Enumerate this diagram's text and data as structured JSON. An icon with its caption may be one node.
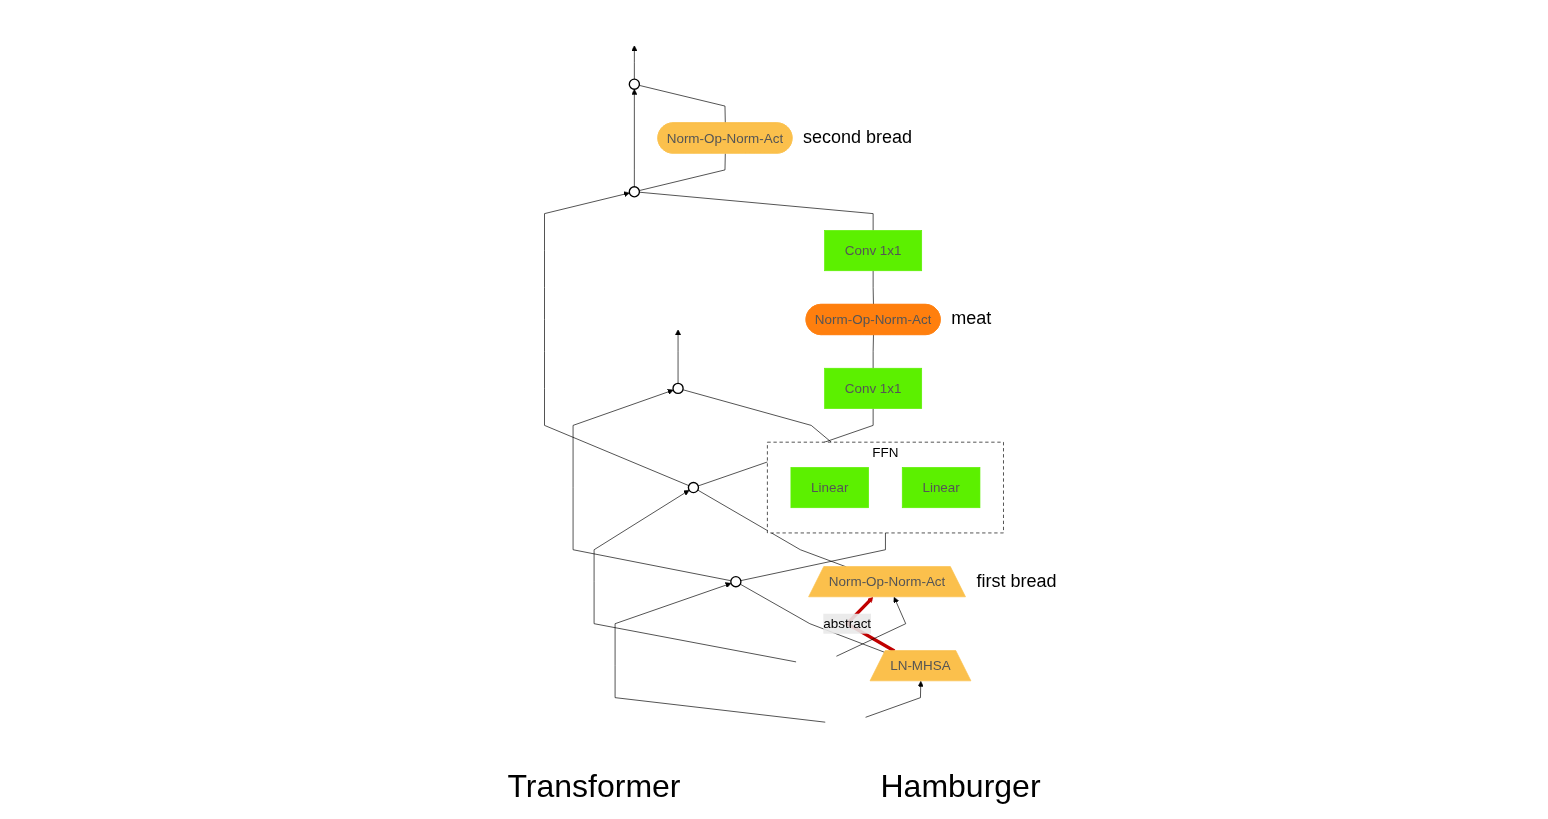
{
  "diagram": {
    "nodes": [
      {
        "text": [],
        "shape": "circle"
      },
      {
        "text": [
          "FFN"
        ]
      },
      {
        "text": [
          "Linear"
        ],
        "in": 1
      },
      {
        "text": [
          "Linear"
        ],
        "in": 1
      },
      {
        "text": [],
        "shape": "circle"
      },
      {
        "text": [
          "LN-MHSA"
        ]
      },
      {
        "text": [],
        "shape": "circle"
      },
      {
        "text": [
          "Norm-Op-Norm-Act"
        ],
        "beside": [
          "second bread"
        ]
      },
      {
        "text": [],
        "shape": "circle"
      },
      {
        "text": [
          "Conv 1x1"
        ]
      },
      {
        "text": [
          "Norm-Op-Norm-Act"
        ],
        "beside": [
          "meat"
        ]
      },
      {
        "text": [
          "Conv 1x1"
        ]
      },
      {
        "text": [],
        "shape": "circle"
      },
      {
        "text": [
          "Norm-Op-Norm-Act"
        ],
        "beside": [
          "first bread"
        ]
      }
    ],
    "edges": [
      {
        "from": null,
        "to": 5,
        "arrow": "to"
      },
      {
        "from": null,
        "to": 4,
        "arrow": "to"
      },
      {
        "from": 5,
        "to": 4,
        "arrow": "none"
      },
      {
        "from": 4,
        "to": 1,
        "arrow": "none"
      },
      {
        "from": 4,
        "to": 0,
        "arrow": "to"
      },
      {
        "from": 1,
        "to": 0,
        "arrow": "none"
      },
      {
        "from": 0,
        "to": null,
        "arrow": "to"
      },
      {
        "from": 5,
        "to": 13,
        "arrow": "to",
        "label": "abstract",
        "style": "thick",
        "color": "#c00000"
      },
      {
        "from": null,
        "to": 13,
        "arrow": "to"
      },
      {
        "from": null,
        "to": 12,
        "arrow": "to"
      },
      {
        "from": 13,
        "to": 12,
        "arrow": "none"
      },
      {
        "from": 12,
        "to": 11,
        "arrow": "none"
      },
      {
        "from": 12,
        "to": 8,
        "arrow": "to"
      },
      {
        "from": 11,
        "to": 10,
        "arrow": "none"
      },
      {
        "from": 10,
        "to": 9,
        "arrow": "none"
      },
      {
        "from": 9,
        "to": 8,
        "arrow": "none"
      },
      {
        "from": 8,
        "to": 7,
        "arrow": "none"
      },
      {
        "from": 8,
        "to": 6,
        "arrow": "to"
      },
      {
        "from": 7,
        "to": 6,
        "arrow": "none"
      },
      {
        "from": 6,
        "to": null,
        "arrow": "to"
      }
    ],
    "labels": [
      "Transformer",
      "Hamburger"
    ]
  }
}
